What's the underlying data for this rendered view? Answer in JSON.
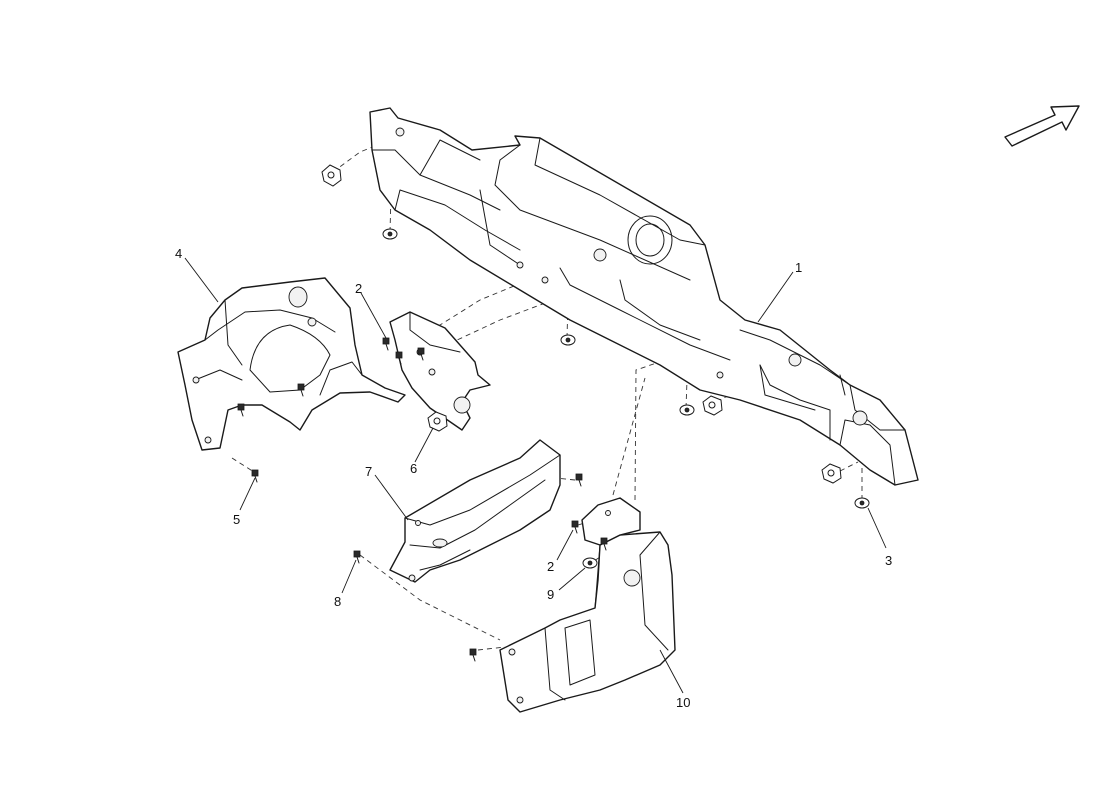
{
  "callouts": [
    "1",
    "2",
    "2",
    "3",
    "4",
    "5",
    "6",
    "7",
    "8",
    "9",
    "10"
  ]
}
